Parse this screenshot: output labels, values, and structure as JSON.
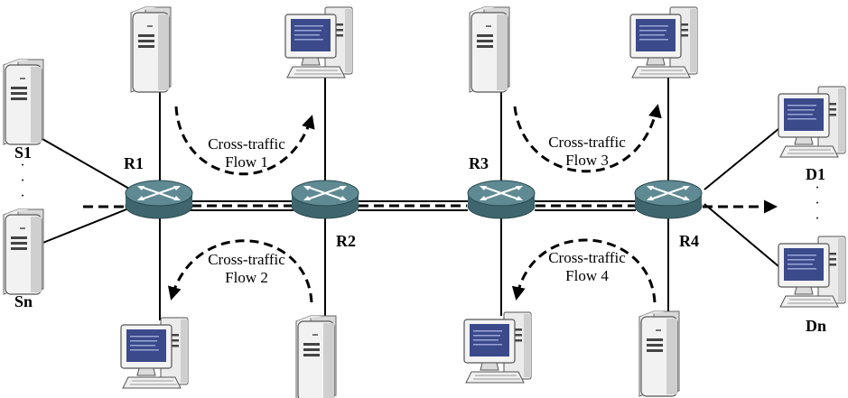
{
  "nodes": {
    "routers": [
      "R1",
      "R2",
      "R3",
      "R4"
    ],
    "sources": {
      "first": "S1",
      "last": "Sn"
    },
    "destinations": {
      "first": "D1",
      "last": "Dn"
    },
    "ellipsis": "·\n·\n·"
  },
  "flows": [
    {
      "line1": "Cross-traffic",
      "line2": "Flow 1"
    },
    {
      "line1": "Cross-traffic",
      "line2": "Flow 2"
    },
    {
      "line1": "Cross-traffic",
      "line2": "Flow 3"
    },
    {
      "line1": "Cross-traffic",
      "line2": "Flow 4"
    }
  ],
  "colors": {
    "router_top": "#5f8a93",
    "router_side": "#3f666e",
    "server_body": "#f0f0f0",
    "monitor_screen": "#3b4a8a",
    "link": "#000000"
  },
  "icons": {
    "router": "router-icon",
    "server": "server-icon",
    "workstation": "workstation-icon"
  }
}
